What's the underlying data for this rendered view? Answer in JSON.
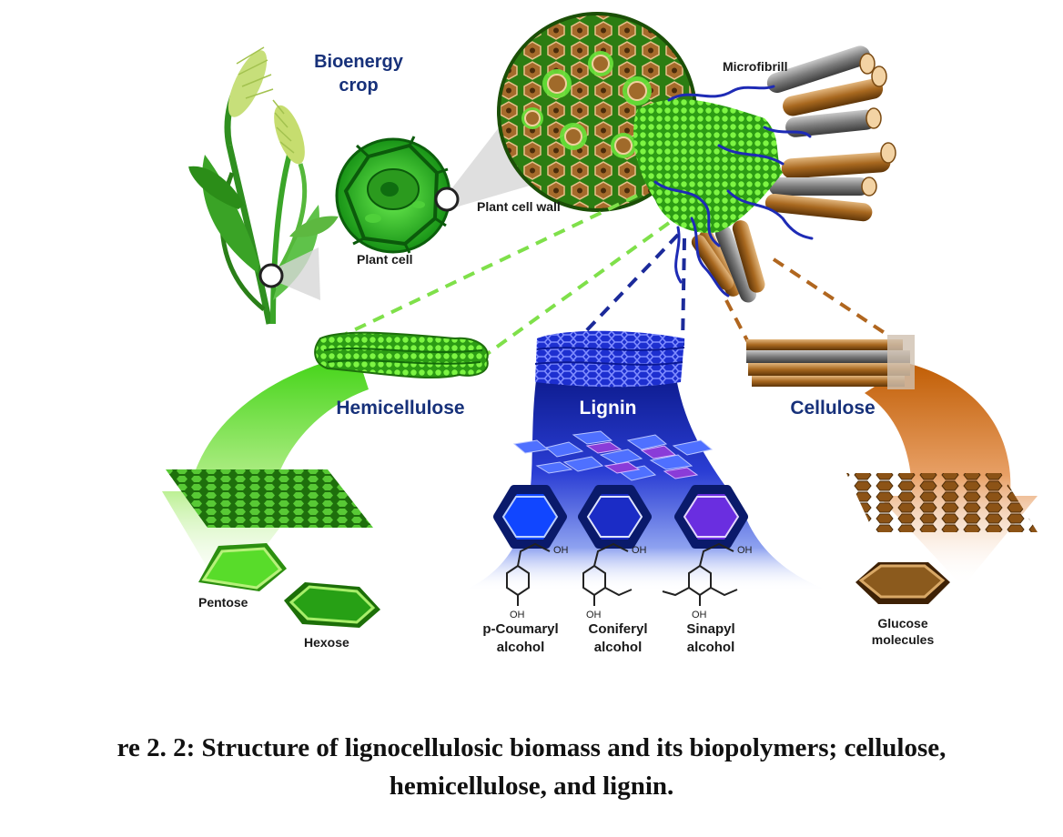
{
  "labels": {
    "bioenergy_crop_line1": "Bioenergy",
    "bioenergy_crop_line2": "crop",
    "microfibril": "Microfibrill",
    "plant_cell_wall": "Plant cell wall",
    "plant_cell": "Plant cell",
    "hemicellulose": "Hemicellulose",
    "lignin": "Lignin",
    "cellulose": "Cellulose",
    "pentose": "Pentose",
    "hexose": "Hexose",
    "p_coumaryl_line1": "p-Coumaryl",
    "p_coumaryl_line2": "alcohol",
    "coniferyl_line1": "Coniferyl",
    "coniferyl_line2": "alcohol",
    "sinapyl_line1": "Sinapyl",
    "sinapyl_line2": "alcohol",
    "glucose_line1": "Glucose",
    "glucose_line2": "molecules",
    "oh": "OH"
  },
  "caption": {
    "line1": "re 2. 2: Structure of lignocellulosic biomass and its biopolymers; cellulose,",
    "line2": "hemicellulose, and lignin."
  },
  "colors": {
    "hemicellulose_green": "#44d11c",
    "lignin_blue": "#1a2fb8",
    "cellulose_brown": "#b5661f",
    "label_blue": "#17317a"
  }
}
